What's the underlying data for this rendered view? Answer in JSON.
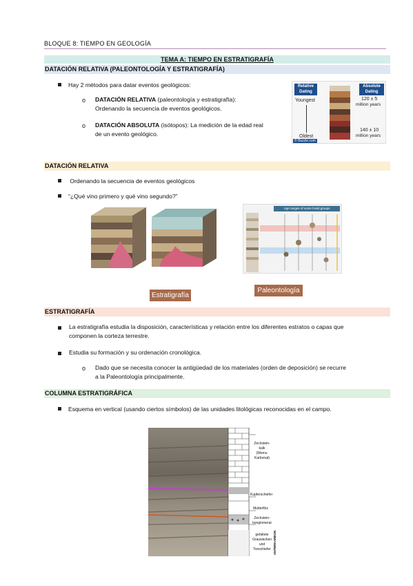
{
  "header": {
    "text": "BLOQUE 8: TIEMPO EN GEOLOGÍA"
  },
  "title": "TEMA A: TIEMPO EN ESTRATIGRAFÍA",
  "sec1": {
    "heading": "DATACIÓN RELATIVA (PALEONTOLOGÍA Y ESTRATIGRAFÍA)",
    "bullet": "Hay 2 métodos para datar eventos geológicos:",
    "sub1_bold": "DATACIÓN RELATIVA",
    "sub1_rest": " (paleontología y estratigrafía):",
    "sub1_line2": "Ordenando la secuencia de eventos geológicos.",
    "sub2_bold": "DATACIÓN ABSOLUTA",
    "sub2_rest": " (isótopos): La medición de la edad real",
    "sub2_line2": "de un evento geológico.",
    "fig": {
      "relative": "Relative Dating",
      "absolute": "Absolute Dating",
      "youngest": "Youngest",
      "oldest": "Oldest",
      "top_age": "120 ± 5",
      "top_unit": "million years",
      "bottom_age": "140 ± 10",
      "bottom_unit": "million years",
      "credit": "© Buzzle.com"
    }
  },
  "sec2": {
    "heading": "DATACIÓN RELATIVA",
    "b1": " Ordenando la secuencia de eventos geológicos",
    "b2": "“¿Qué vino primero y qué vino segundo?”",
    "label_estratigrafia": "Estratigrafía",
    "label_paleontologia": "Paleontología",
    "paleo_title": "Age ranges of some fossil groups"
  },
  "sec3": {
    "heading": "ESTRATIGRAFÍA",
    "b1_l1": "La estratigrafía estudia la disposición, características y relación entre los diferentes estratos o capas que",
    "b1_l2": "componen la corteza terrestre.",
    "b2": "Estudia su formación y su ordenación cronológica.",
    "sub_l1": "Dado que se necesita conocer la antigüedad de los materiales (orden de deposición) se recurre",
    "sub_l2": "a la Paleontología principalmente."
  },
  "sec4": {
    "heading": "COLUMNA ESTRATIGRÁFICA",
    "b1": "Esquema en vertical (usando ciertos símbolos) de las unidades litológicas reconocidas en el campo.",
    "col_labels": {
      "l1": "Zechstein-",
      "l1b": "kalk",
      "l1c": "(Werra-",
      "l1d": "Karbonat)",
      "l2": "Kupferschiefer",
      "l3": "Mutterflöz",
      "l4": "Zechstein-",
      "l4b": "konglomerat",
      "l5": "gefaltete",
      "l5b": "Grauwacken",
      "l5c": "und",
      "l5d": "Tonschiefer",
      "side": "UNTERKARBON"
    }
  }
}
